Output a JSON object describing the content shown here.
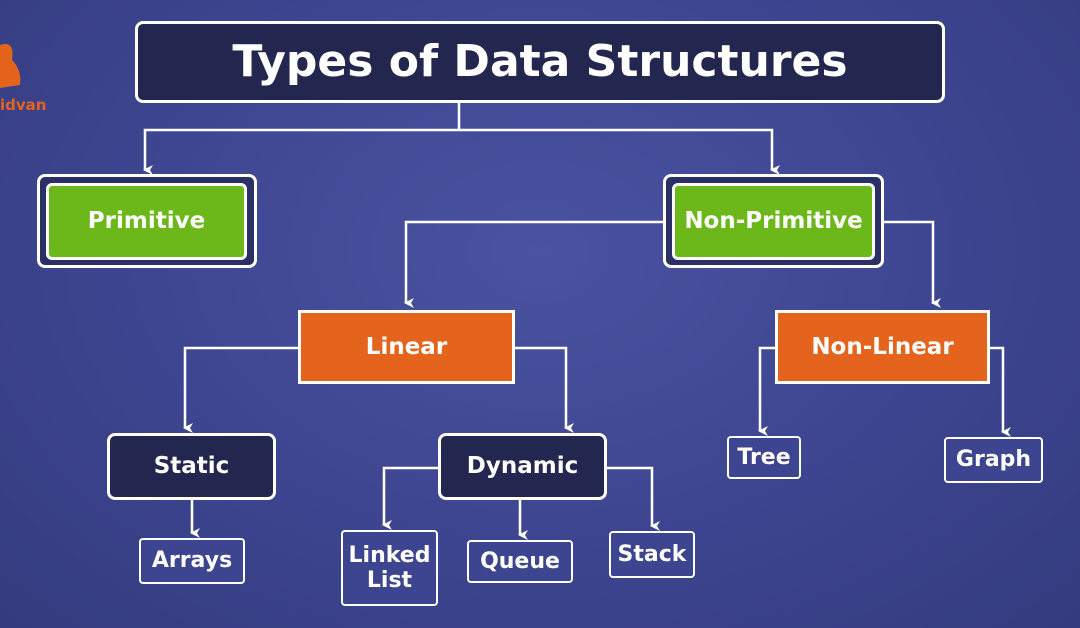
{
  "title": "Types of Data Structures",
  "logo_text": "idvan",
  "nodes": {
    "primitive": "Primitive",
    "non_primitive": "Non-Primitive",
    "linear": "Linear",
    "non_linear": "Non-Linear",
    "static": "Static",
    "dynamic": "Dynamic",
    "arrays": "Arrays",
    "linked_list": "Linked List",
    "queue": "Queue",
    "stack": "Stack",
    "tree": "Tree",
    "graph": "Graph"
  },
  "colors": {
    "background": "#3d4590",
    "dark": "#23264f",
    "green": "#6cb81a",
    "orange": "#e5641d"
  }
}
